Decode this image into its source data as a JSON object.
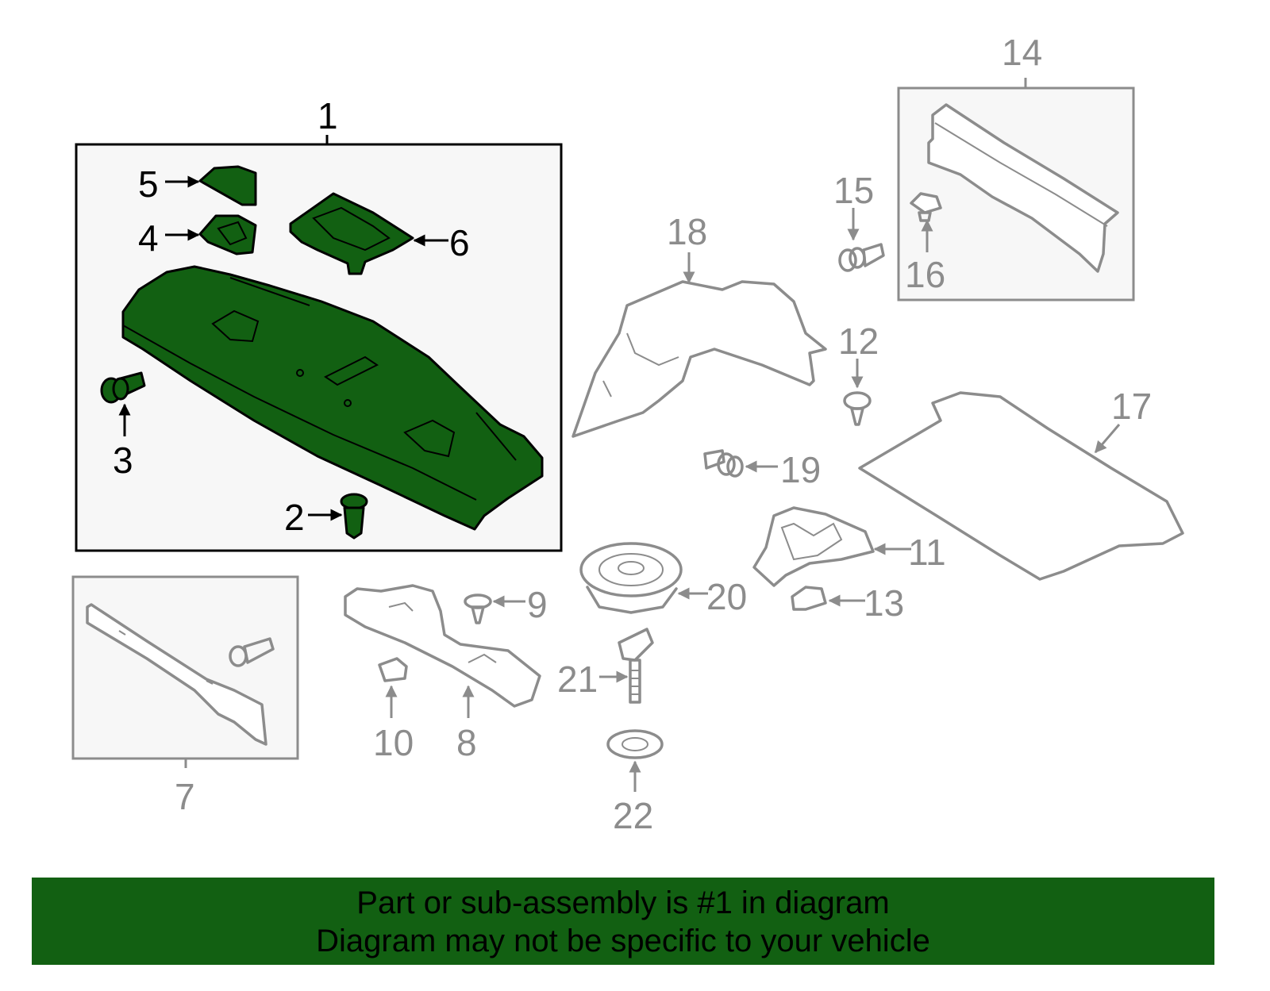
{
  "callouts": {
    "c1": "1",
    "c2": "2",
    "c3": "3",
    "c4": "4",
    "c5": "5",
    "c6": "6",
    "c7": "7",
    "c8": "8",
    "c9": "9",
    "c10": "10",
    "c11": "11",
    "c12": "12",
    "c13": "13",
    "c14": "14",
    "c15": "15",
    "c16": "16",
    "c17": "17",
    "c18": "18",
    "c19": "19",
    "c20": "20",
    "c21": "21",
    "c22": "22"
  },
  "colors": {
    "highlight": "#126012",
    "inactive_line": "#8c8c8c",
    "active_line": "#000000"
  },
  "banner": {
    "line1": "Part or sub-assembly is #1 in diagram",
    "line2": "Diagram may not be specific to your vehicle"
  }
}
